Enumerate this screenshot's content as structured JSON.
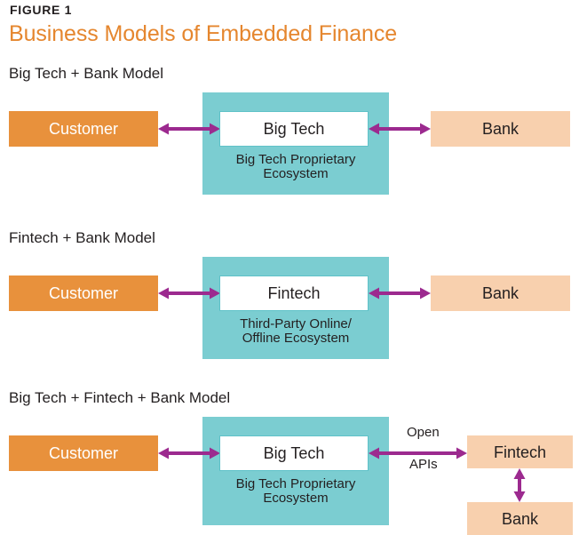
{
  "figure": {
    "label": "FIGURE 1",
    "title": "Business Models of Embedded Finance"
  },
  "colors": {
    "title_orange": "#e5862e",
    "customer_orange": "#e8913c",
    "ecosystem_teal": "#7bcdd1",
    "bank_peach": "#f8d0ae",
    "arrow_purple": "#9c2a8f",
    "text_dark": "#231f20",
    "white": "#ffffff"
  },
  "sections": [
    {
      "heading": "Big Tech + Bank Model",
      "left_box": "Customer",
      "center_box": "Big Tech",
      "ecosystem_label": "Big Tech Proprietary\nEcosystem",
      "right_box": "Bank",
      "left_arrow": "double-headed-arrow",
      "right_arrow": "double-headed-arrow"
    },
    {
      "heading": "Fintech + Bank Model",
      "left_box": "Customer",
      "center_box": "Fintech",
      "ecosystem_label": "Third-Party Online/\nOffline Ecosystem",
      "right_box": "Bank",
      "left_arrow": "double-headed-arrow",
      "right_arrow": "double-headed-arrow"
    },
    {
      "heading": "Big Tech + Fintech + Bank Model",
      "left_box": "Customer",
      "center_box": "Big Tech",
      "ecosystem_label": "Big Tech Proprietary\nEcosystem",
      "right_box": "Fintech",
      "far_right_box": "Bank",
      "connector_label_top": "Open",
      "connector_label_bottom": "APIs",
      "left_arrow": "double-headed-arrow",
      "right_arrow": "double-headed-arrow",
      "vertical_arrow": "vertical-double-headed-arrow"
    }
  ]
}
